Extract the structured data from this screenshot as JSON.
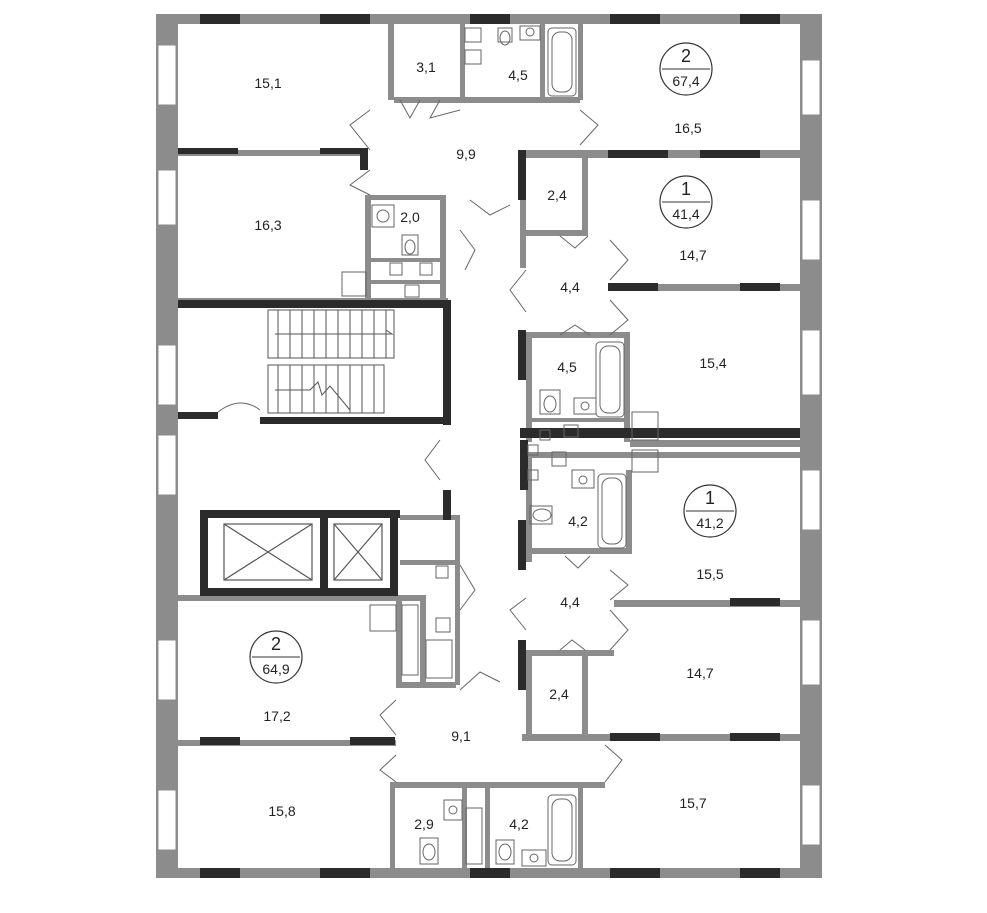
{
  "colors": {
    "wall": "#8c8c8c",
    "wall_dark": "#2b2b2b",
    "window": "#ffffff",
    "fixture": "#666666",
    "text": "#222222"
  },
  "rooms": [
    {
      "id": "r1",
      "area": "15,1"
    },
    {
      "id": "r2",
      "area": "3,1"
    },
    {
      "id": "r3",
      "area": "4,5"
    },
    {
      "id": "r4",
      "area": "16,5"
    },
    {
      "id": "r5",
      "area": "9,9"
    },
    {
      "id": "r6",
      "area": "16,3"
    },
    {
      "id": "r7",
      "area": "2,0"
    },
    {
      "id": "r8",
      "area": "2,4"
    },
    {
      "id": "r9",
      "area": "14,7"
    },
    {
      "id": "r10",
      "area": "4,4"
    },
    {
      "id": "r11",
      "area": "4,5"
    },
    {
      "id": "r12",
      "area": "15,4"
    },
    {
      "id": "r13",
      "area": "4,2"
    },
    {
      "id": "r14",
      "area": "15,5"
    },
    {
      "id": "r15",
      "area": "4,4"
    },
    {
      "id": "r16",
      "area": "14,7"
    },
    {
      "id": "r17",
      "area": "2,4"
    },
    {
      "id": "r18",
      "area": "17,2"
    },
    {
      "id": "r19",
      "area": "9,1"
    },
    {
      "id": "r20",
      "area": "15,8"
    },
    {
      "id": "r21",
      "area": "2,9"
    },
    {
      "id": "r22",
      "area": "4,2"
    },
    {
      "id": "r23",
      "area": "15,7"
    }
  ],
  "apartments": [
    {
      "id": "a1",
      "rooms": "2",
      "area": "67,4"
    },
    {
      "id": "a2",
      "rooms": "1",
      "area": "41,4"
    },
    {
      "id": "a3",
      "rooms": "1",
      "area": "41,2"
    },
    {
      "id": "a4",
      "rooms": "2",
      "area": "64,9"
    }
  ]
}
